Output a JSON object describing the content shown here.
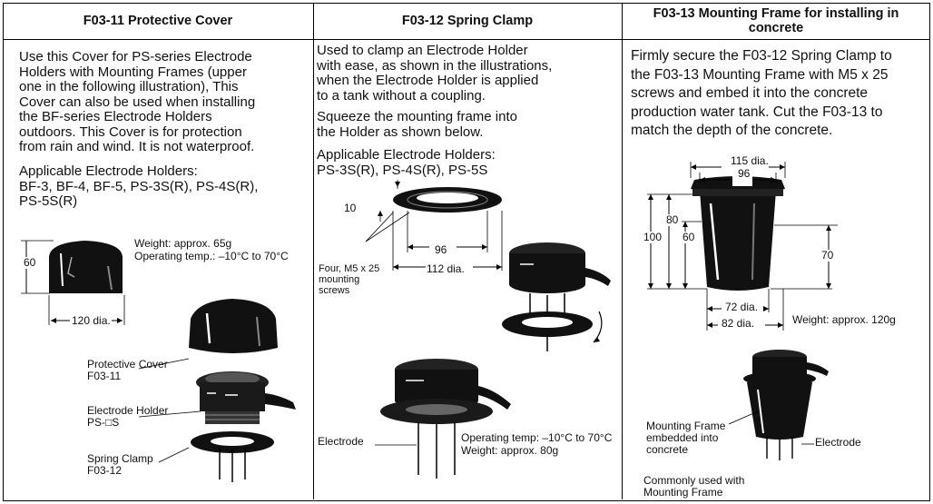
{
  "col1": {
    "title": "F03-11 Protective Cover",
    "p1": [
      "Use this Cover for PS-series Electrode",
      "Holders with Mounting Frames (upper",
      "one in the following illustration), This",
      "Cover can also be used when installing",
      "the BF-series Electrode Holders",
      "outdoors. This Cover is for protection",
      "from rain and wind. It is not waterproof."
    ],
    "p2": [
      "Applicable Electrode Holders:",
      "BF-3, BF-4, BF-5, PS-3S(R), PS-4S(R),",
      "PS-5S(R)"
    ],
    "spec_weight": "Weight: approx. 65g",
    "spec_temp": "Operating temp.: –10°C to 70°C",
    "dim_height": "60",
    "dim_dia": "120 dia.",
    "label_cover": [
      "Protective Cover",
      "F03-11"
    ],
    "label_holder": [
      "Electrode Holder",
      "PS-□S"
    ],
    "label_clamp": [
      "Spring Clamp",
      "F03-12"
    ]
  },
  "col2": {
    "title": "F03-12 Spring Clamp",
    "p1": [
      "Used to clamp an Electrode Holder",
      "with ease, as shown in the illustrations,",
      "when the Electrode Holder is applied",
      "to a tank without a coupling."
    ],
    "p2": [
      "Squeeze the mounting frame into",
      "the Holder as shown below."
    ],
    "p3": [
      "Applicable Electrode Holders:",
      "PS-3S(R), PS-4S(R), PS-5S"
    ],
    "dim_10": "10",
    "dim_96": "96",
    "dim_112": "112 dia.",
    "label_screws": [
      "Four, M5 x 25",
      "mounting",
      "screws"
    ],
    "label_electrode": "Electrode",
    "spec_temp": "Operating temp: –10°C to 70°C",
    "spec_weight": "Weight: approx. 80g"
  },
  "col3": {
    "title": [
      "F03-13 Mounting Frame for installing in",
      "concrete"
    ],
    "p1": [
      "Firmly secure the F03-12 Spring Clamp to",
      "the F03-13 Mounting Frame with M5 x 25",
      "screws and embed it into the concrete",
      "production water tank. Cut the F03-13 to",
      "match the depth of the concrete."
    ],
    "dim_115": "115 dia.",
    "dim_96": "96",
    "dim_100": "100",
    "dim_80": "80",
    "dim_60": "60",
    "dim_70": "70",
    "dim_72": "72 dia.",
    "dim_82": "82 dia.",
    "spec_weight": "Weight: approx. 120g",
    "label_embedded": [
      "Mounting Frame",
      "embedded into",
      "concrete"
    ],
    "label_electrode": "Electrode",
    "label_common": [
      "Commonly used with",
      "Mounting Frame"
    ]
  }
}
